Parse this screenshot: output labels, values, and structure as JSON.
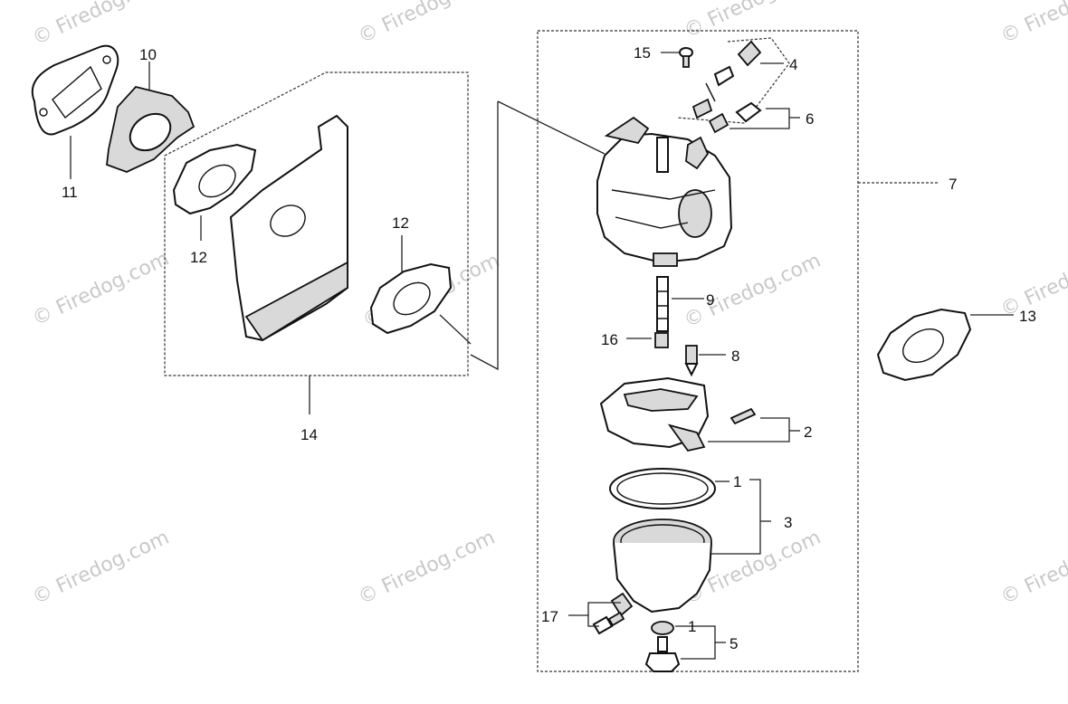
{
  "watermark_text": "© Firedog.com",
  "callouts": {
    "c1a": "1",
    "c1b": "1",
    "c2": "2",
    "c3": "3",
    "c4": "4",
    "c5": "5",
    "c6": "6",
    "c7": "7",
    "c8": "8",
    "c9": "9",
    "c10": "10",
    "c11": "11",
    "c12a": "12",
    "c12b": "12",
    "c13": "13",
    "c14": "14",
    "c15": "15",
    "c16": "16",
    "c17": "17"
  },
  "colors": {
    "line": "#111111",
    "watermark": "#c9c9c9",
    "shading": "#d9d9d9"
  }
}
